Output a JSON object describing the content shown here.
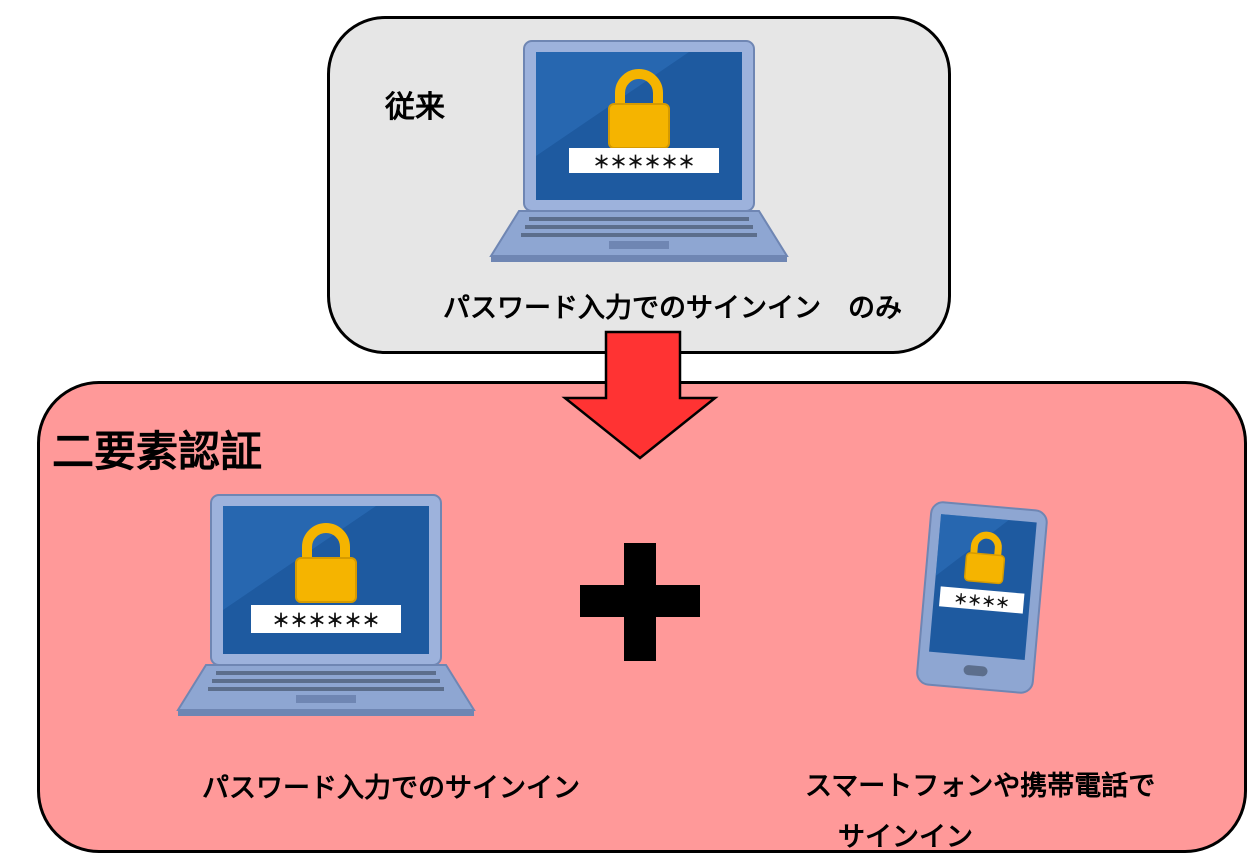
{
  "conventional": {
    "title": "従来",
    "caption": "パスワード入力でのサインイン　のみ",
    "password_mask": "＊＊＊＊＊＊"
  },
  "two_factor": {
    "title": "二要素認証",
    "pc_caption": "パスワード入力でのサインイン",
    "phone_caption_line1": "スマートフォンや携帯電話で",
    "phone_caption_line2": "サインイン",
    "pc_password_mask": "＊＊＊＊＊＊",
    "phone_password_mask": "＊＊＊＊"
  },
  "colors": {
    "conventional_bg": "#e6e6e6",
    "two_factor_bg": "#ff9999",
    "arrow": "#ff3333",
    "screen": "#1e5aa0",
    "laptop_body": "#8ea6d2",
    "lock": "#f5b400",
    "plus": "#000000"
  }
}
